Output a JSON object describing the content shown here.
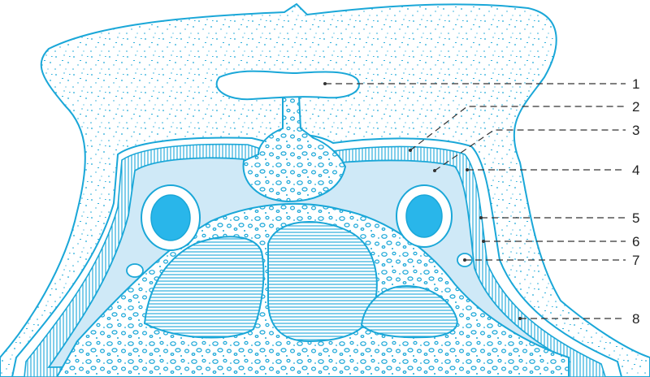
{
  "figure": {
    "colors": {
      "outline": "#1aa7d8",
      "fill_pale": "#cfe9f7",
      "fill_bright": "#29b6ea",
      "label_text": "#222222",
      "leader": "#333333"
    },
    "labels": [
      {
        "id": "1",
        "text": "1"
      },
      {
        "id": "2",
        "text": "2"
      },
      {
        "id": "3",
        "text": "3"
      },
      {
        "id": "4",
        "text": "4"
      },
      {
        "id": "5",
        "text": "5"
      },
      {
        "id": "6",
        "text": "6"
      },
      {
        "id": "7",
        "text": "7"
      },
      {
        "id": "8",
        "text": "8"
      }
    ]
  }
}
